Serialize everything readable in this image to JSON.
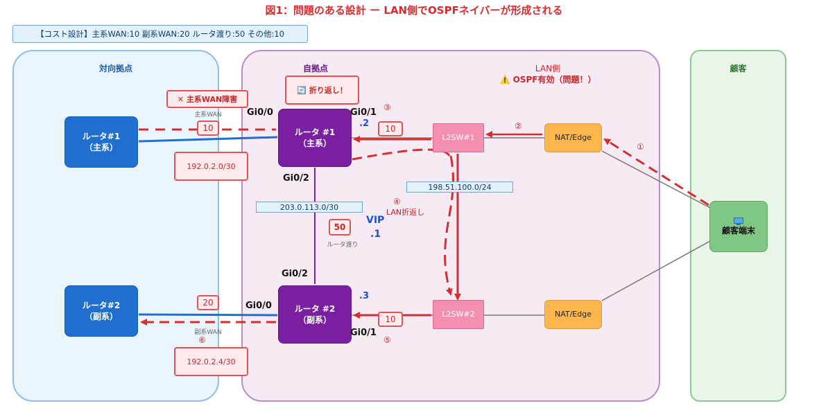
{
  "title": "図1：問題のある設計 ー LAN側でOSPFネイバーが形成される",
  "legend": "【コスト設計】主系WAN:10 副系WAN:20 ルータ渡り:50 その他:10",
  "zones": {
    "remote": "対向拠点",
    "local": "自拠点",
    "lan": "LAN側",
    "lan_warning": "⚠️ OSPF有効（問題！）",
    "customer": "顧客"
  },
  "nodes": {
    "remote_r1": "ルータ#1\n（主系）",
    "remote_r2": "ルータ#2\n（副系）",
    "local_r1": "ルータ #1\n（主系）",
    "local_r2": "ルータ #2\n（副系）",
    "l2sw1": "L2SW#1",
    "l2sw2": "L2SW#2",
    "nat1": "NAT/Edge",
    "nat2": "NAT/Edge",
    "customer_pc": "顧客端末"
  },
  "callouts": {
    "wan_failure": "✕ 主系WAN障害",
    "loopback": "🔄 折り返し！",
    "lan_loopback": "LAN折返し"
  },
  "ports": {
    "r1_gi00": "Gi0/0",
    "r1_gi01": "Gi0/1",
    "r1_gi02": "Gi0/2",
    "r2_gi02": "Gi0/2",
    "r2_gi00": "Gi0/0",
    "r2_gi01": "Gi0/1"
  },
  "ips": {
    "r1_lan": ".2",
    "r2_lan": ".3",
    "vip_label": "VIP",
    "vip": ".1"
  },
  "subnets": {
    "primary_wan": "192.0.2.0/30",
    "secondary_wan": "192.0.2.4/30",
    "transit": "203.0.113.0/30",
    "lan": "198.51.100.0/24"
  },
  "costs": {
    "primary_wan": "10",
    "r1_lan": "10",
    "transit": "50",
    "secondary_wan": "20",
    "r2_lan": "10"
  },
  "link_labels": {
    "primary_wan": "主系WAN",
    "transit": "ルータ渡り",
    "secondary_wan": "副系WAN"
  },
  "steps": {
    "s1": "①",
    "s2": "②",
    "s3": "③",
    "s4": "④",
    "s5": "⑤",
    "s6": "⑥"
  },
  "colors": {
    "accent_red": "#d32f2f",
    "router_blue": "#1e6fd0",
    "router_purple": "#7a1fa2",
    "switch_pink": "#f48fb1",
    "nat_orange": "#ffb74d",
    "customer_green": "#81c784",
    "customer_icon": "monitor-icon"
  }
}
